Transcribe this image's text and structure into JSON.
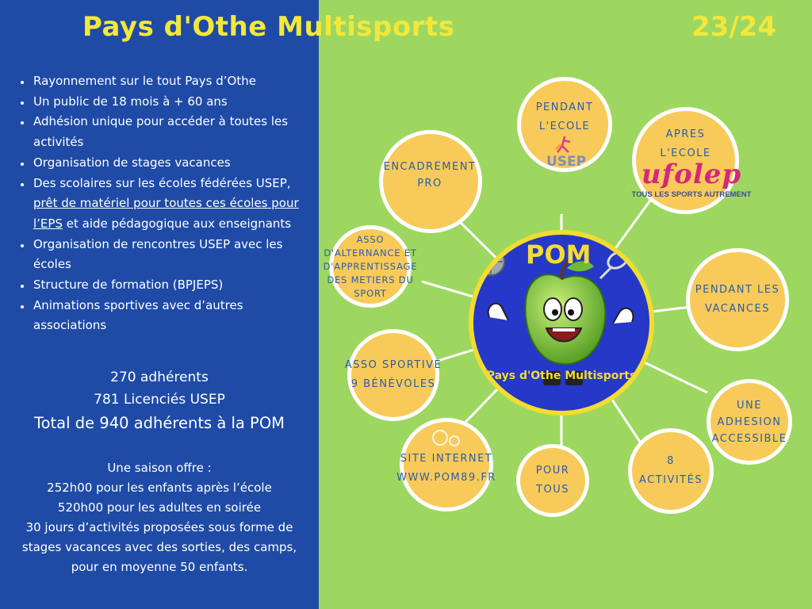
{
  "header": {
    "title": "Pays d'Othe Multisports",
    "year": "23/24"
  },
  "bullets": [
    "Rayonnement sur le tout Pays d’Othe",
    "Un public de 18 mois à + 60 ans",
    "Adhésion unique pour accéder à toutes les activités",
    "Organisation de stages vacances",
    {
      "before": "Des scolaires sur les écoles fédérées USEP,",
      "underlined": "prêt de matériel pour toutes ces écoles pour l’EPS",
      "after": "et aide pédagogique aux enseignants"
    },
    "Organisation de rencontres USEP avec les écoles",
    "Structure de formation (BPJEPS)",
    "Animations sportives avec d’autres associations"
  ],
  "stats": {
    "adherents": "270 adhérents",
    "licencies": "781 Licenciés USEP",
    "total": "Total de 940 adhérents à la POM"
  },
  "offer": {
    "heading": "Une saison offre :",
    "line1": "252h00 pour les enfants après l’école",
    "line2": "520h00 pour les adultes en soirée",
    "line3": "30 jours d’activités proposées sous forme de stages vacances avec des sorties, des camps, pour en moyenne 50 enfants."
  },
  "bubbles": {
    "pendant_ecole": [
      "PENDANT",
      "L'ECOLE"
    ],
    "apres_ecole": [
      "APRES",
      "L'ECOLE"
    ],
    "encadrement": [
      "ENCADREMENT",
      "PRO"
    ],
    "alternance": [
      "ASSO",
      "D'ALTERNANCE ET",
      "D'APPRENTISSAGE",
      "DES METIERS DU",
      "SPORT"
    ],
    "vacances": [
      "PENDANT LES",
      "VACANCES"
    ],
    "asso_sportive": [
      "ASSO SPORTIVE",
      "9 BÉNÉVOLES"
    ],
    "adhesion": [
      "UNE",
      "ADHESION",
      "ACCESSIBLE"
    ],
    "site": [
      "SITE INTERNET",
      "WWW.POM89.FR"
    ],
    "pour_tous": [
      "POUR",
      "TOUS"
    ],
    "activites": [
      "8",
      "ACTIVITÉS"
    ]
  },
  "logos": {
    "usep": "USEP",
    "ufolep": "ufolep",
    "ufolep_tagline": "TOUS LES SPORTS AUTREMENT",
    "pom": "POM",
    "pom_ring": "Pays d'Othe Multisports"
  },
  "colors": {
    "left_panel": "#1f4ba6",
    "right_panel": "#9ed760",
    "title_yellow": "#f2e83a",
    "bubble_fill": "#f8ca5a",
    "bubble_text": "#2c5da8"
  }
}
